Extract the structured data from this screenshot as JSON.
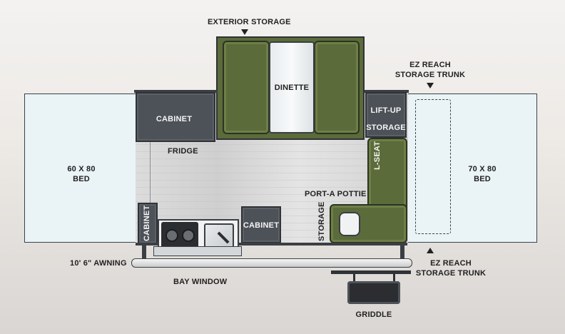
{
  "labels": {
    "exterior_storage": "EXTERIOR STORAGE",
    "ez_reach_top_line1": "EZ REACH",
    "ez_reach_top_line2": "STORAGE TRUNK",
    "dinette": "DINETTE",
    "cabinet_top": "CABINET",
    "lift_up_line1": "LIFT-UP",
    "lift_up_line2": "STORAGE",
    "fridge": "FRIDGE",
    "bed_left_line1": "60 X 80",
    "bed_left_line2": "BED",
    "bed_right_line1": "70 X 80",
    "bed_right_line2": "BED",
    "l_seat": "L-SEAT",
    "port_a_pottie": "PORT-A POTTIE",
    "storage_vertical": "STORAGE",
    "cabinet_vertical": "CABINET",
    "cabinet_bottom": "CABINET",
    "awning": "10' 6\" AWNING",
    "bay_window": "BAY WINDOW",
    "ez_reach_bottom_line1": "EZ REACH",
    "ez_reach_bottom_line2": "STORAGE TRUNK",
    "griddle": "GRIDDLE"
  },
  "colors": {
    "bed_fill": "#eaf4f7",
    "cabinet": "#4d5258",
    "upholstery": "#5b6b3a",
    "wall": "#3b3f44"
  }
}
